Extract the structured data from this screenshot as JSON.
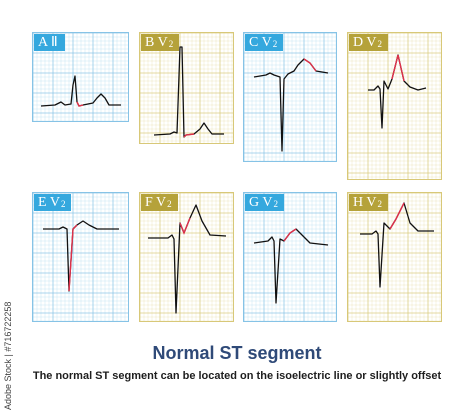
{
  "title": "Normal ST segment",
  "subtitle": "The normal ST segment can be located on the isoelectric line or slightly offset",
  "watermark": "Adobe Stock | #716722258",
  "colors": {
    "blue_tag": "#35a8de",
    "gold_tag": "#b5a23a",
    "blue_grid": "#86c3e6",
    "gold_grid": "#d8c878",
    "trace": "#111111",
    "st_segment": "#e0304a"
  },
  "panels": [
    {
      "letter": "A",
      "lead": "Ⅱ",
      "sub": "",
      "theme": "blue"
    },
    {
      "letter": "B",
      "lead": "V",
      "sub": "2",
      "theme": "gold"
    },
    {
      "letter": "C",
      "lead": "V",
      "sub": "2",
      "theme": "blue"
    },
    {
      "letter": "D",
      "lead": "V",
      "sub": "2",
      "theme": "gold"
    },
    {
      "letter": "E",
      "lead": "V",
      "sub": "2",
      "theme": "blue"
    },
    {
      "letter": "F",
      "lead": "V",
      "sub": "2",
      "theme": "gold"
    },
    {
      "letter": "G",
      "lead": "V",
      "sub": "2",
      "theme": "blue"
    },
    {
      "letter": "H",
      "lead": "V",
      "sub": "2",
      "theme": "gold"
    }
  ]
}
